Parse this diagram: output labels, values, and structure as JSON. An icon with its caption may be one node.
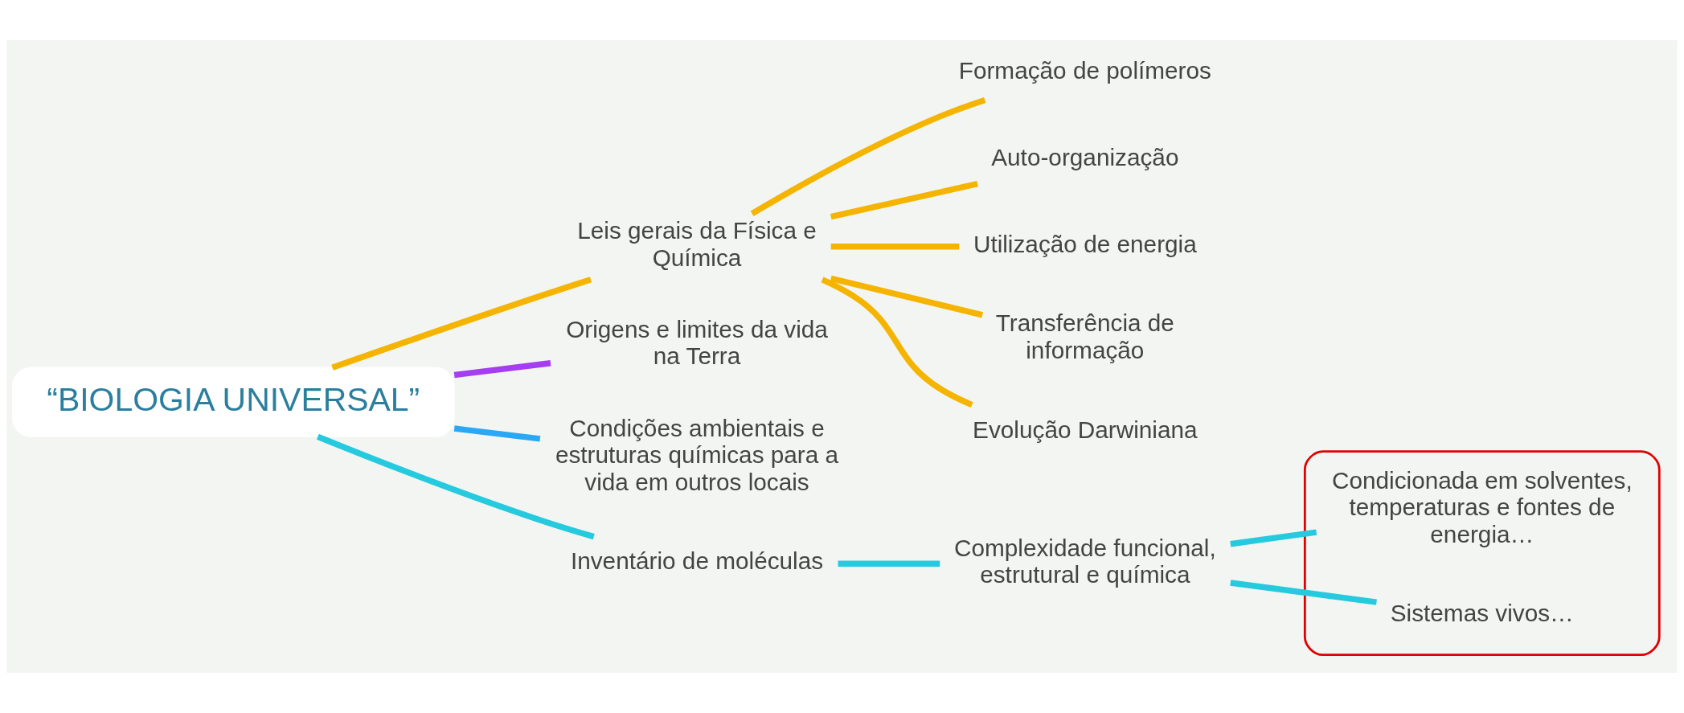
{
  "diagram": {
    "nodes": [
      {
        "text": [
          "“BIOLOGIA UNIVERSAL”"
        ]
      },
      {
        "text": [
          "Leis gerais da Física e Química"
        ]
      },
      {
        "text": [
          "Formação de polímeros"
        ]
      },
      {
        "text": [
          "Auto-organização"
        ]
      },
      {
        "text": [
          "Utilização de energia"
        ]
      },
      {
        "text": [
          "Transferência de informação"
        ]
      },
      {
        "text": [
          "Evolução Darwiniana"
        ]
      },
      {
        "text": [
          "Origens e limites da vida na Terra"
        ]
      },
      {
        "text": [
          "Condições ambientais e estruturas químicas para a vida em outros locais"
        ]
      },
      {
        "text": [
          "Inventário de moléculas"
        ]
      },
      {
        "text": [
          "Complexidade funcional, estrutural e química"
        ]
      },
      {
        "text": [],
        "shape": "ellipse"
      },
      {
        "text": [
          "Condicionada em solventes, temperaturas e fontes de energia…"
        ],
        "in": 11
      },
      {
        "text": [
          "Sistemas vivos…"
        ],
        "in": 11
      }
    ],
    "edges": [
      {
        "from": 0,
        "to": 1,
        "arrow": "none"
      },
      {
        "from": 1,
        "to": 2,
        "arrow": "none"
      },
      {
        "from": 1,
        "to": 3,
        "arrow": "none"
      },
      {
        "from": 1,
        "to": 4,
        "arrow": "none"
      },
      {
        "from": 1,
        "to": 5,
        "arrow": "none"
      },
      {
        "from": 1,
        "to": 6,
        "arrow": "none"
      },
      {
        "from": 0,
        "to": 7,
        "arrow": "none",
        "color": "#a53df0"
      },
      {
        "from": 0,
        "to": 8,
        "arrow": "none",
        "color": "#2aa8f8"
      },
      {
        "from": 0,
        "to": 9,
        "arrow": "none",
        "color": "#26cade"
      },
      {
        "from": 9,
        "to": 10,
        "arrow": "none",
        "color": "#26cade"
      },
      {
        "from": 10,
        "to": 12,
        "arrow": "none",
        "color": "#26cade"
      },
      {
        "from": 10,
        "to": 13,
        "arrow": "none",
        "color": "#26cade"
      }
    ]
  }
}
